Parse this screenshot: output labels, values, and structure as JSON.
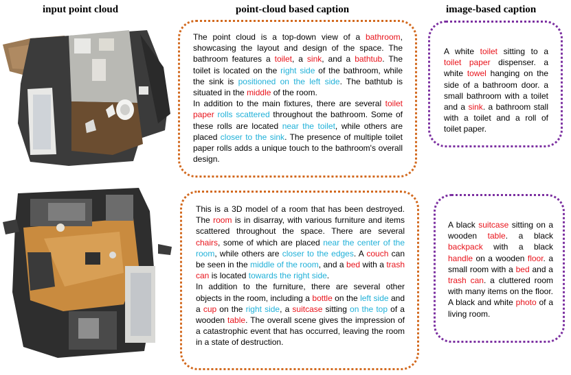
{
  "headers": {
    "col1": "input point cloud",
    "col2": "point-cloud based caption",
    "col3": "image-based caption"
  },
  "colors": {
    "highlight_object": "#e8121a",
    "highlight_spatial": "#1fb0d8",
    "pc_border": "#d2691e",
    "img_border": "#7b2fa0"
  },
  "rows": [
    {
      "pc_caption": [
        {
          "t": "The point cloud is a top-down view of a ",
          "c": ""
        },
        {
          "t": "bathroom",
          "c": "red"
        },
        {
          "t": ", showcasing the layout and design of the space. The bathroom features a ",
          "c": ""
        },
        {
          "t": "toilet",
          "c": "red"
        },
        {
          "t": ", a ",
          "c": ""
        },
        {
          "t": "sink",
          "c": "red"
        },
        {
          "t": ", and a ",
          "c": ""
        },
        {
          "t": "bathtub",
          "c": "red"
        },
        {
          "t": ". The toilet is located on the ",
          "c": ""
        },
        {
          "t": "right side",
          "c": "blue"
        },
        {
          "t": " of the bathroom, while the sink is ",
          "c": ""
        },
        {
          "t": "positioned on the left side",
          "c": "blue"
        },
        {
          "t": ". The bathtub is situated in the ",
          "c": ""
        },
        {
          "t": "middle",
          "c": "red"
        },
        {
          "t": " of the room.",
          "c": ""
        },
        {
          "t": "\n",
          "c": "br"
        },
        {
          "t": "In addition to the main fixtures, there are several ",
          "c": ""
        },
        {
          "t": "toilet paper",
          "c": "red"
        },
        {
          "t": " ",
          "c": ""
        },
        {
          "t": "rolls scattered",
          "c": "blue"
        },
        {
          "t": " throughout the bathroom. Some of these rolls are located ",
          "c": ""
        },
        {
          "t": "near the toilet",
          "c": "blue"
        },
        {
          "t": ", while others are placed ",
          "c": ""
        },
        {
          "t": "closer to the sink",
          "c": "blue"
        },
        {
          "t": ". The presence of multiple toilet paper rolls adds a unique touch to the bathroom's overall design.",
          "c": ""
        }
      ],
      "img_caption": [
        {
          "t": "A white ",
          "c": ""
        },
        {
          "t": "toilet",
          "c": "red"
        },
        {
          "t": " sitting to a ",
          "c": ""
        },
        {
          "t": "toilet paper",
          "c": "red"
        },
        {
          "t": " dispenser. a white ",
          "c": ""
        },
        {
          "t": "towel",
          "c": "red"
        },
        {
          "t": " hanging on the side of a bathroom door. a small bathroom with a toilet and a ",
          "c": ""
        },
        {
          "t": "sink",
          "c": "red"
        },
        {
          "t": ". a bathroom stall with a toilet and a roll of toilet paper.",
          "c": ""
        }
      ]
    },
    {
      "pc_caption": [
        {
          "t": "This is a 3D model of a room that has been destroyed. The ",
          "c": ""
        },
        {
          "t": "room",
          "c": "red"
        },
        {
          "t": " is in disarray, with various furniture and items scattered throughout the space. There are several ",
          "c": ""
        },
        {
          "t": "chairs",
          "c": "red"
        },
        {
          "t": ", some of which are placed ",
          "c": ""
        },
        {
          "t": "near the center of the room",
          "c": "blue"
        },
        {
          "t": ", while others are ",
          "c": ""
        },
        {
          "t": "closer to the edges",
          "c": "blue"
        },
        {
          "t": ". A ",
          "c": ""
        },
        {
          "t": "couch",
          "c": "red"
        },
        {
          "t": " can be seen in the ",
          "c": ""
        },
        {
          "t": "middle of the room",
          "c": "blue"
        },
        {
          "t": ", and a ",
          "c": ""
        },
        {
          "t": "bed",
          "c": "red"
        },
        {
          "t": " with a ",
          "c": ""
        },
        {
          "t": "trash can",
          "c": "red"
        },
        {
          "t": " is located ",
          "c": ""
        },
        {
          "t": "towards the right side",
          "c": "blue"
        },
        {
          "t": ".",
          "c": ""
        },
        {
          "t": "\n",
          "c": "br"
        },
        {
          "t": "In addition to the furniture, there are several other objects in the room, including a ",
          "c": ""
        },
        {
          "t": "bottle",
          "c": "red"
        },
        {
          "t": " on the ",
          "c": ""
        },
        {
          "t": "left side",
          "c": "blue"
        },
        {
          "t": " and a ",
          "c": ""
        },
        {
          "t": "cup",
          "c": "red"
        },
        {
          "t": " on the ",
          "c": ""
        },
        {
          "t": "right side",
          "c": "blue"
        },
        {
          "t": ", a ",
          "c": ""
        },
        {
          "t": "suitcase",
          "c": "red"
        },
        {
          "t": " sitting ",
          "c": ""
        },
        {
          "t": "on the top",
          "c": "blue"
        },
        {
          "t": " of a wooden ",
          "c": ""
        },
        {
          "t": "table",
          "c": "red"
        },
        {
          "t": ". The overall scene gives the impression of a catastrophic event that has occurred, leaving the room in a state of destruction.",
          "c": ""
        }
      ],
      "img_caption": [
        {
          "t": "A black ",
          "c": ""
        },
        {
          "t": "suitcase",
          "c": "red"
        },
        {
          "t": " sitting on a wooden ",
          "c": ""
        },
        {
          "t": "table",
          "c": "red"
        },
        {
          "t": ". a black ",
          "c": ""
        },
        {
          "t": "backpack",
          "c": "red"
        },
        {
          "t": " with a black ",
          "c": ""
        },
        {
          "t": "handle",
          "c": "red"
        },
        {
          "t": " on a wooden ",
          "c": ""
        },
        {
          "t": "floor",
          "c": "red"
        },
        {
          "t": ". a small room with a ",
          "c": ""
        },
        {
          "t": "bed",
          "c": "red"
        },
        {
          "t": " and a ",
          "c": ""
        },
        {
          "t": "trash can",
          "c": "red"
        },
        {
          "t": ". a cluttered room with many items on the floor. A black and white ",
          "c": ""
        },
        {
          "t": "photo",
          "c": "red"
        },
        {
          "t": " of a living room.",
          "c": ""
        }
      ]
    }
  ]
}
